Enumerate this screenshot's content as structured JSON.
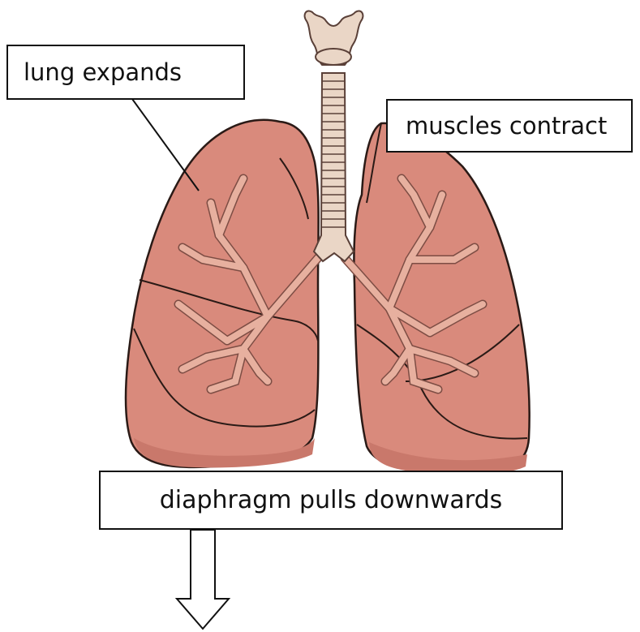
{
  "labels": {
    "lung": "lung expands",
    "muscles": "muscles contract",
    "diaphragm": "diaphragm pulls downwards"
  },
  "colors": {
    "lung_fill": "#d98a7c",
    "lung_shadow": "#c9786b",
    "bronchi_fill": "#e7b09f",
    "trachea_fill": "#ead6c6",
    "trachea_stroke": "#5a4038",
    "outline": "#2a1a16"
  },
  "icons": {
    "arrow": "down-arrow-icon"
  }
}
